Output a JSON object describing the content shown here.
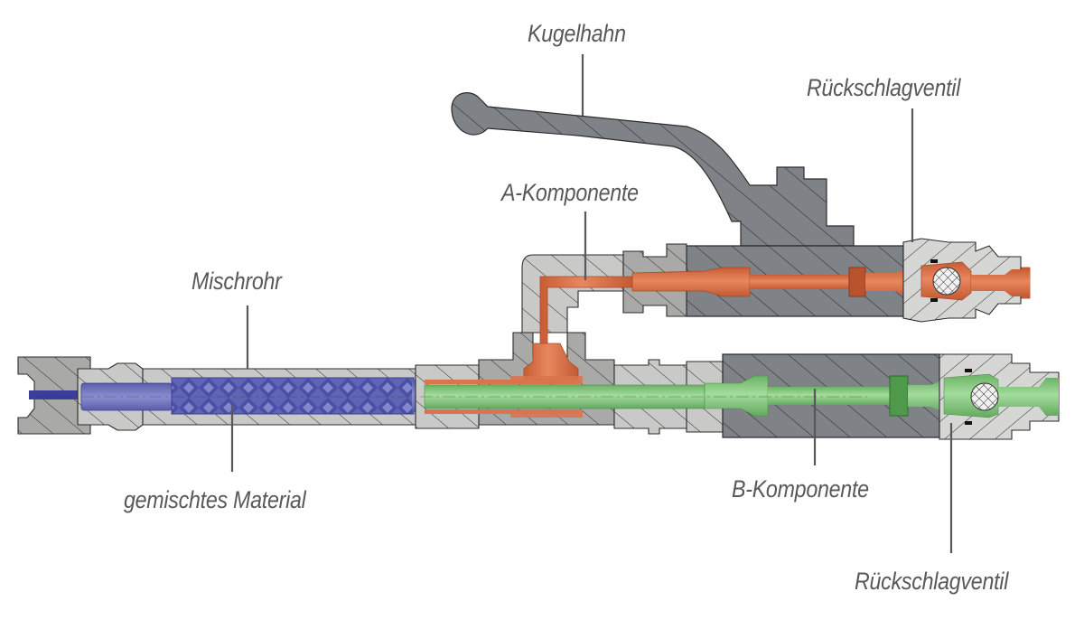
{
  "diagram": {
    "type": "technical cross-section",
    "colors": {
      "background": "#ffffff",
      "label_text": "#58585a",
      "leader_line": "#58585a",
      "housing_dark": "#7f8387",
      "housing_light": "#c9c9c7",
      "fitting_mid": "#a9aaa8",
      "hatch": "#2c2c2c",
      "component_a": "#d9744d",
      "component_b": "#8fcf8a",
      "mixed_material": "#6064b4",
      "mixed_material_dark": "#3a3e9a",
      "ball": "#e8e8e8"
    },
    "labels": [
      {
        "id": "kugelhahn",
        "text": "Kugelhahn"
      },
      {
        "id": "rueckschlagventil_a",
        "text": "Rückschlagventil"
      },
      {
        "id": "a_komponente",
        "text": "A-Komponente"
      },
      {
        "id": "mischrohr",
        "text": "Mischrohr"
      },
      {
        "id": "gemischtes_material",
        "text": "gemischtes Material"
      },
      {
        "id": "b_komponente",
        "text": "B-Komponente"
      },
      {
        "id": "rueckschlagventil_b",
        "text": "Rückschlagventil"
      }
    ]
  }
}
